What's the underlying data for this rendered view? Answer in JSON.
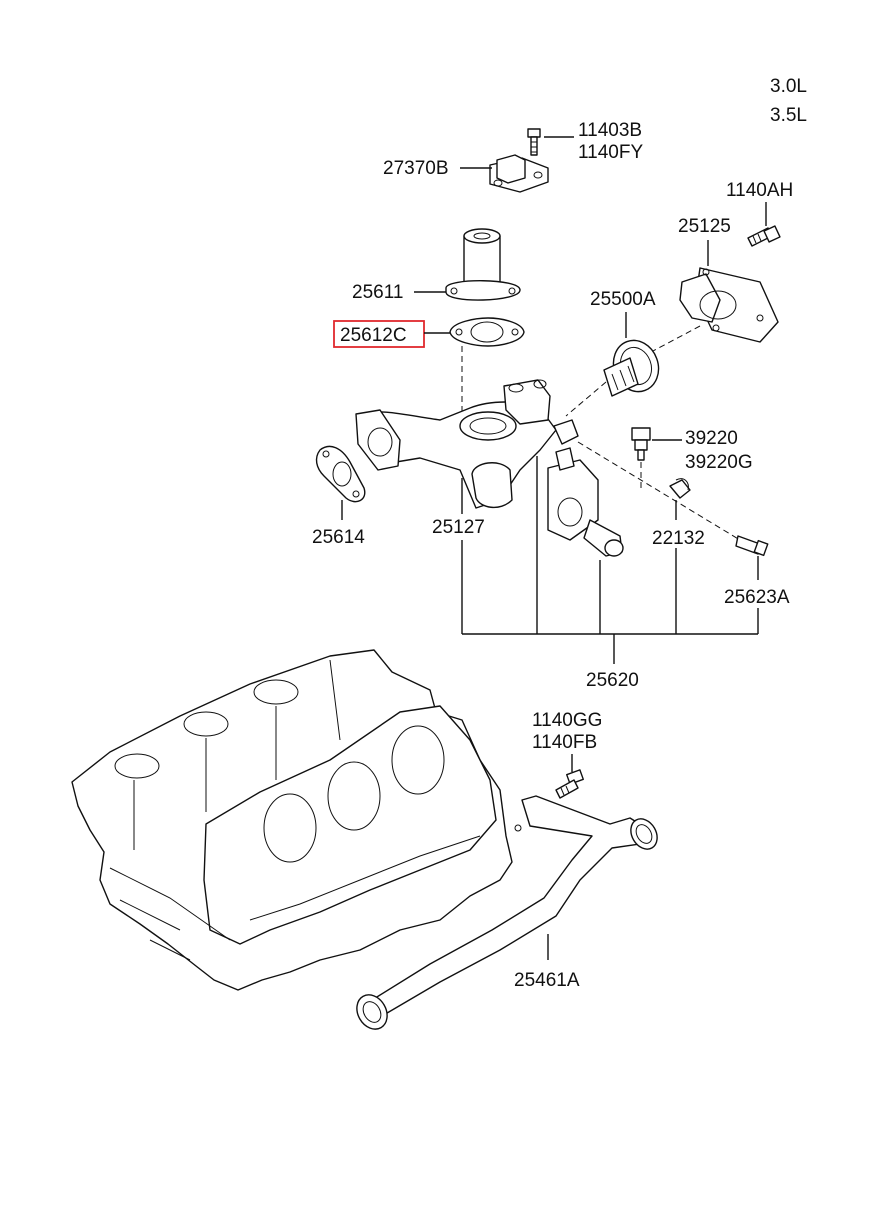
{
  "engine_variants": [
    "3.0L",
    "3.5L"
  ],
  "highlight_color": "#e0282e",
  "parts": {
    "p11403B": "11403B",
    "p1140FY": "1140FY",
    "p27370B": "27370B",
    "p1140AH": "1140AH",
    "p25125": "25125",
    "p25611": "25611",
    "p25612C": "25612C",
    "p25500A": "25500A",
    "p39220": "39220",
    "p39220G": "39220G",
    "p25614": "25614",
    "p25127": "25127",
    "p22132": "22132",
    "p25623A": "25623A",
    "p25620": "25620",
    "p1140GG": "1140GG",
    "p1140FB": "1140FB",
    "p25461A": "25461A"
  },
  "highlighted_part": "25612C"
}
